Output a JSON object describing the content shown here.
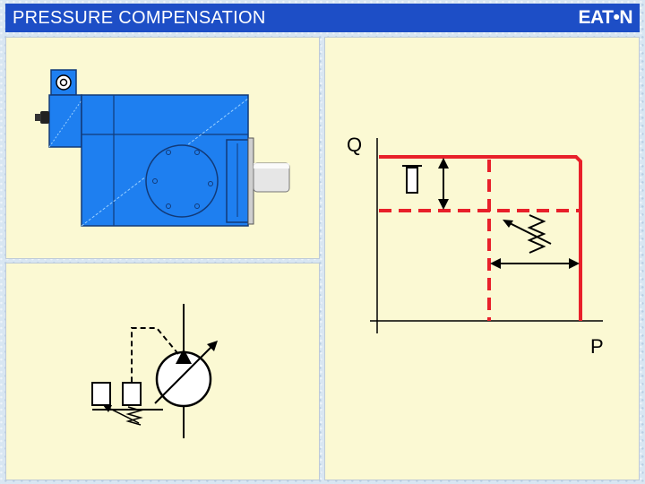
{
  "header": {
    "title": "PRESSURE COMPENSATION",
    "brand": "EAT•N"
  },
  "graph": {
    "y_axis_label": "Q",
    "x_axis_label": "P"
  },
  "colors": {
    "title_bar": "#1d4ec6",
    "panel": "#fbf9d3",
    "pump_body": "#1e7ff0",
    "curve": "#e8202a"
  }
}
